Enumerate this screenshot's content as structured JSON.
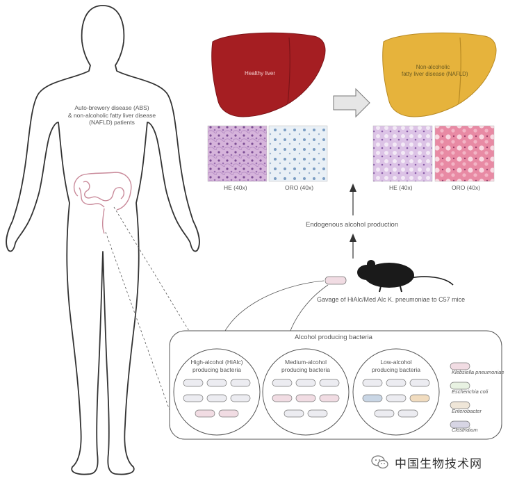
{
  "patients_label": [
    "Auto-brewery disease (ABS)",
    "& non-alcoholic fatty liver disease",
    "(NAFLD) patients"
  ],
  "healthy_liver_label": "Healthy liver",
  "nafld_liver_label": [
    "Non-alcoholic",
    "fatty liver disease (NAFLD)"
  ],
  "histology": {
    "healthy": [
      "HE (40x)",
      "ORO (40x)"
    ],
    "nafld": [
      "HE (40x)",
      "ORO (40x)"
    ]
  },
  "endogenous_label": "Endogenous alcohol production",
  "gavage_label": "Gavage of HiAlc/Med Alc K. pneumoniae to C57 mice",
  "bacteria_box_title": "Alcohol producing bacteria",
  "groups": [
    [
      "High-alcohol (HiAlc)",
      "producing bacteria"
    ],
    [
      "Medium-alcohol",
      "producing bacteria"
    ],
    [
      "Low-alcohol",
      "producing bacteria"
    ]
  ],
  "legend": [
    "Klebsiella pneumoniae",
    "Escherichia coli",
    "Enterobacter",
    "Clostridium"
  ],
  "colors": {
    "healthy_liver": "#a51e22",
    "nafld_liver": "#e6b33c",
    "outline": "#555555",
    "bacterium_fill": "#ececf1",
    "bacterium_pink": "#f1dce3",
    "legend_green": "#e8f2e2",
    "legend_beige": "#efe6d8",
    "legend_purple": "#d7d5e4",
    "bacterium_blue": "#c9d6e5",
    "bacterium_orange": "#f1dcbf"
  },
  "watermark": "中国生物技术网"
}
